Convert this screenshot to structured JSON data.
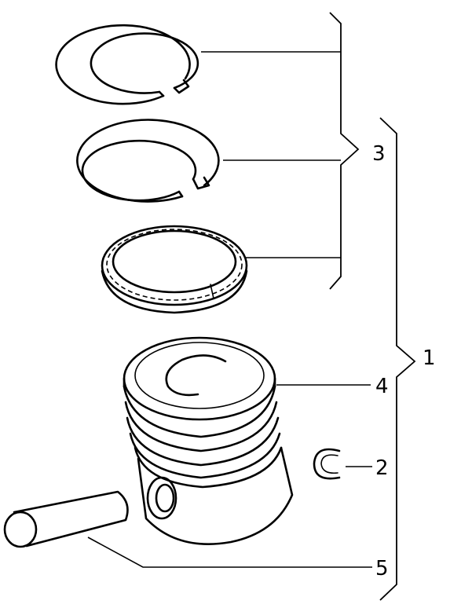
{
  "callouts": {
    "piston_assembly": "1",
    "circlip": "2",
    "piston_rings": "3",
    "piston": "4",
    "piston_pin": "5"
  },
  "colors": {
    "line": "#000000",
    "background": "#ffffff"
  }
}
